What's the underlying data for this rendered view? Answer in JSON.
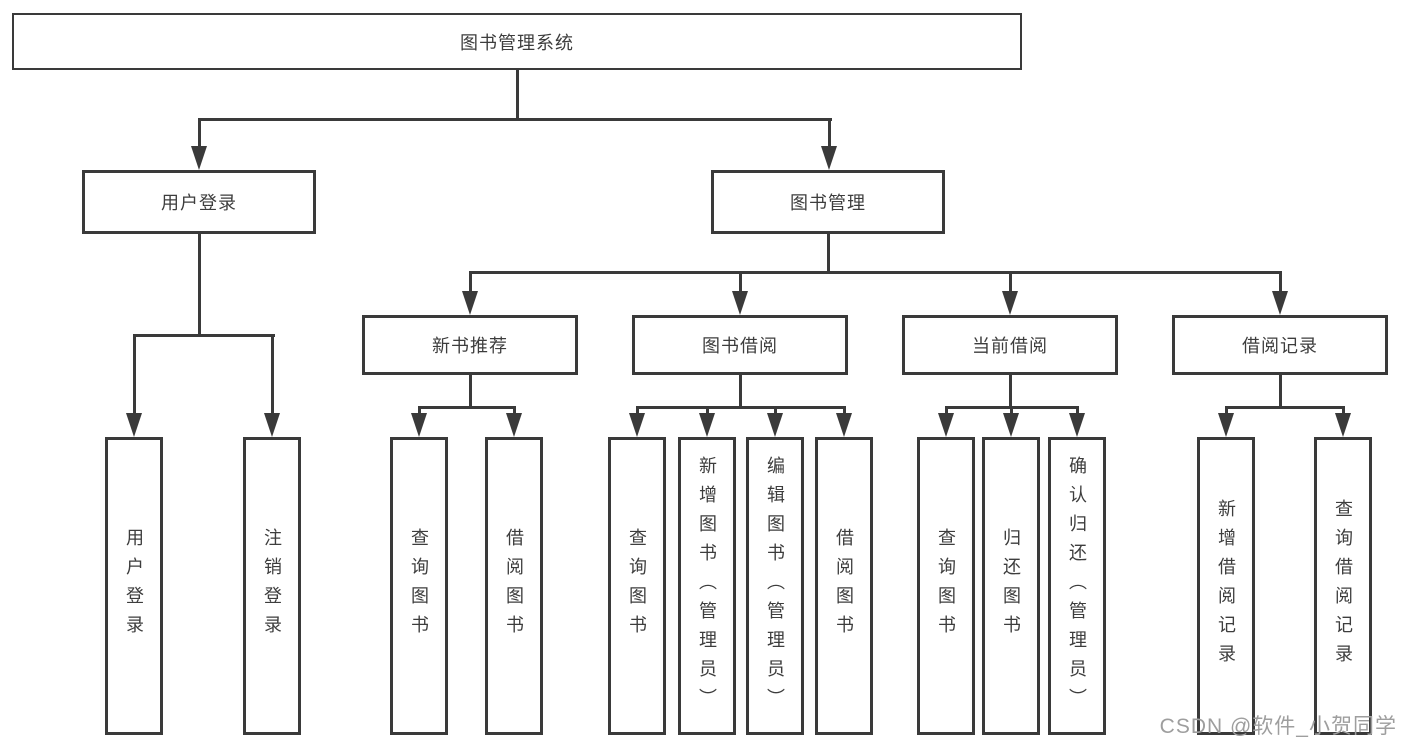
{
  "tree": {
    "root": "图书管理系统",
    "level2": [
      "用户登录",
      "图书管理"
    ],
    "level3": [
      "新书推荐",
      "图书借阅",
      "当前借阅",
      "借阅记录"
    ],
    "leaves": {
      "login": [
        "用户登录",
        "注销登录"
      ],
      "recommend": [
        "查询图书",
        "借阅图书"
      ],
      "borrow": [
        "查询图书",
        "新增图书（管理员）",
        "编辑图书（管理员）",
        "借阅图书"
      ],
      "current": [
        "查询图书",
        "归还图书",
        "确认归还（管理员）"
      ],
      "records": [
        "新增借阅记录",
        "查询借阅记录"
      ]
    }
  },
  "watermark": "CSDN @软件_小贺同学",
  "colors": {
    "line": "#3a3a3a",
    "text": "#3d3d3d",
    "watermark": "#9e9e9e",
    "background": "#ffffff"
  }
}
